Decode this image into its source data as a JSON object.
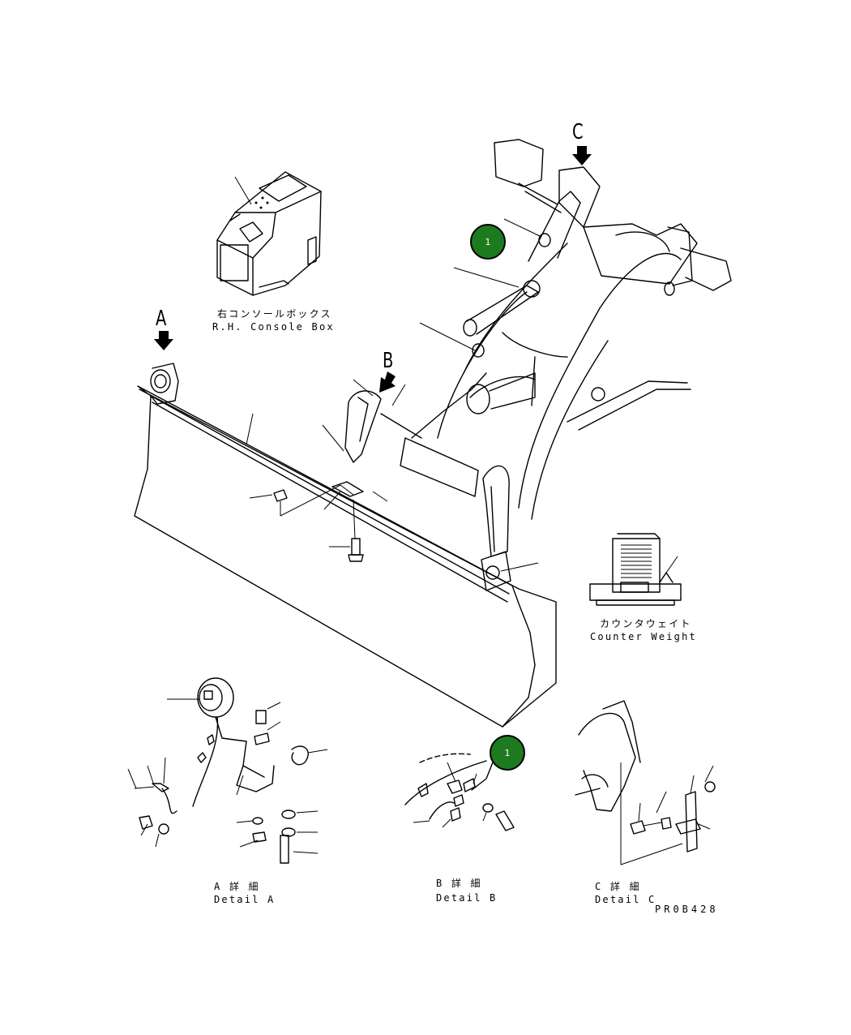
{
  "arrows": {
    "a": "A",
    "b": "B",
    "c": "C"
  },
  "console": {
    "label_jp": "右コンソールボックス",
    "label_en": "R.H. Console Box"
  },
  "counterweight": {
    "label_jp": "カウンタウェイト",
    "label_en": "Counter Weight"
  },
  "details": [
    {
      "jp": "A 詳 細",
      "en": "Detail A"
    },
    {
      "jp": "B 詳 細",
      "en": "Detail B"
    },
    {
      "jp": "C 詳 細",
      "en": "Detail C"
    }
  ],
  "drawing_code": "PR0B428",
  "callouts": [
    "1",
    "1"
  ],
  "colors": {
    "callout_fill": "#1e7a1e",
    "line": "#000000"
  }
}
